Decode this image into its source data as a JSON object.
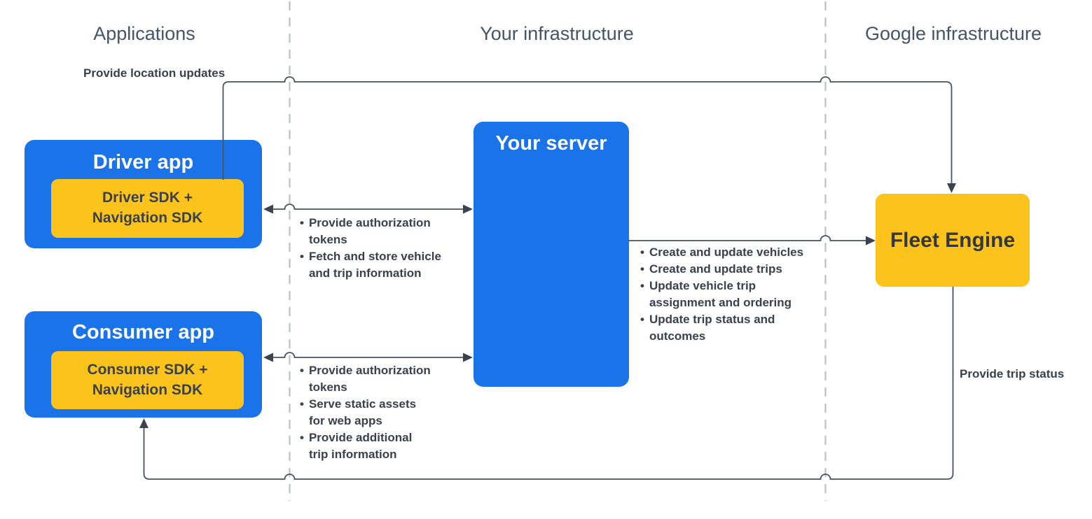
{
  "zones": {
    "applications": "Applications",
    "your_infrastructure": "Your infrastructure",
    "google_infrastructure": "Google infrastructure"
  },
  "nodes": {
    "driver_app": {
      "title": "Driver app",
      "sdk": "Driver SDK +\nNavigation SDK"
    },
    "consumer_app": {
      "title": "Consumer app",
      "sdk": "Consumer SDK +\nNavigation SDK"
    },
    "your_server": {
      "title": "Your server"
    },
    "fleet_engine": {
      "title": "Fleet Engine"
    }
  },
  "edge_labels": {
    "provide_location_updates": "Provide location updates",
    "provide_trip_status": "Provide trip status"
  },
  "lists": {
    "driver_server": {
      "items": [
        "Provide authorization\ntokens",
        "Fetch and store vehicle\nand trip information"
      ]
    },
    "consumer_server": {
      "items": [
        "Provide authorization\ntokens",
        "Serve static assets\nfor web apps",
        "Provide additional\ntrip information"
      ]
    },
    "server_fleet": {
      "items": [
        "Create and update vehicles",
        "Create and update trips",
        "Update vehicle trip\nassignment and ordering",
        "Update trip status and\noutcomes"
      ]
    }
  },
  "glyphs": {
    "bullet": "•"
  },
  "colors": {
    "blue": "#1a73e8",
    "yellow": "#fbc31c",
    "line": "#49525f",
    "arrow": "#3a4450",
    "dash": "#b5bbc1",
    "text": "#3a404c",
    "heading": "#44546a"
  }
}
